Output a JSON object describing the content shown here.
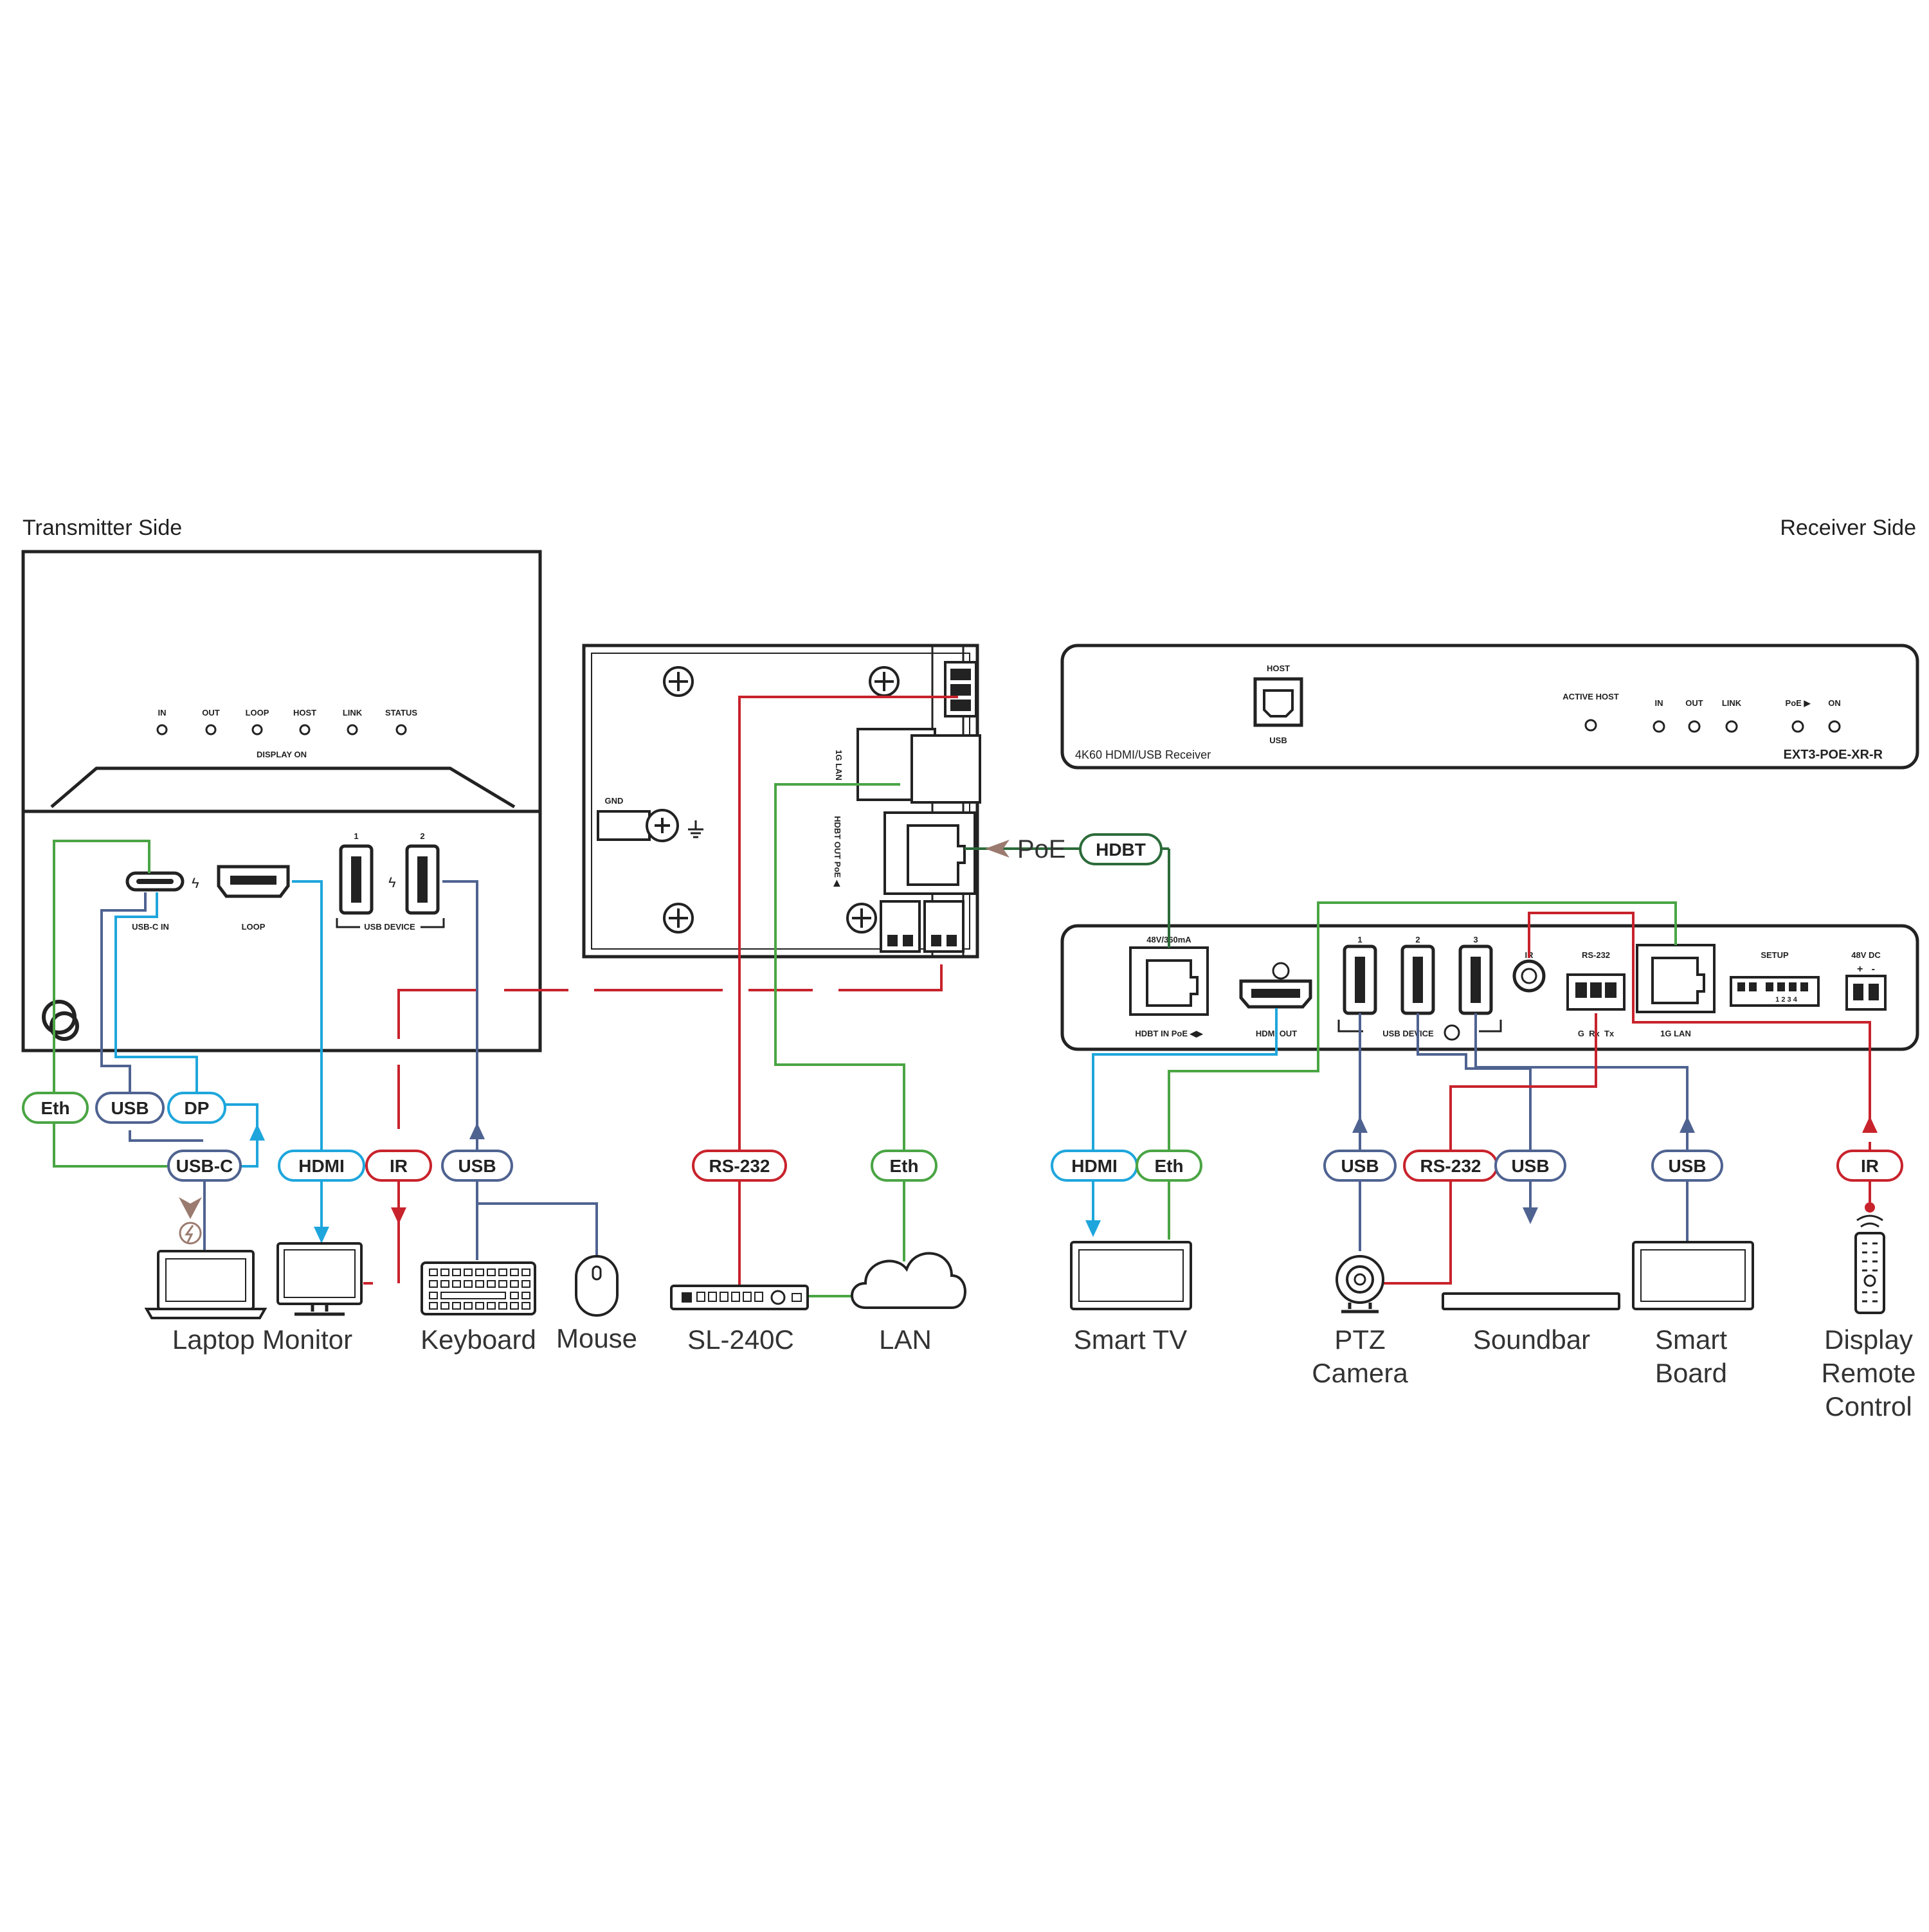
{
  "headings": {
    "transmitter": "Transmitter Side",
    "receiver": "Receiver Side"
  },
  "colors": {
    "green": "#4aa544",
    "blue": "#1ea6dc",
    "navy": "#4f6391",
    "red": "#c8232c",
    "dark_green": "#2c6b3a",
    "brown": "#9b7b6f"
  },
  "transmitter": {
    "leds": [
      "IN",
      "OUT",
      "LOOP",
      "HOST",
      "LINK",
      "STATUS"
    ],
    "display_on": "DISPLAY ON",
    "ports": {
      "usbc_in": "USB-C IN",
      "loop": "LOOP",
      "usb_device": "USB DEVICE",
      "usb_1": "1",
      "usb_2": "2"
    }
  },
  "wallplate": {
    "gnd": "GND",
    "lan": "1G LAN",
    "hdbt_out": "HDBT OUT PoE ◀"
  },
  "receiver_top": {
    "host": "HOST",
    "usb": "USB",
    "active_host": "ACTIVE HOST",
    "leds": [
      "IN",
      "OUT",
      "LINK"
    ],
    "poe": "PoE ▶",
    "on": "ON",
    "description": "4K60 HDMI/USB Receiver",
    "model": "EXT3-POE-XR-R"
  },
  "receiver_rear": {
    "power_label": "48V/360mA",
    "hdbt_in": "HDBT IN PoE ◀▶",
    "hdmi_out": "HDMI OUT",
    "usb_numbers": [
      "1",
      "2",
      "3"
    ],
    "usb_device": "USB DEVICE",
    "ir": "IR",
    "rs232": "RS-232",
    "rs232_pins": "G  Rx  Tx",
    "lan": "1G LAN",
    "setup": "SETUP",
    "setup_pins": "1 2 3 4",
    "dc": "48V DC",
    "dc_pins": "+   -"
  },
  "connectors": {
    "poe": "PoE",
    "hdbt": "HDBT",
    "eth_left": "Eth",
    "usb_left": "USB",
    "dp": "DP",
    "usbc": "USB-C",
    "hdmi_left": "HDMI",
    "ir_left": "IR",
    "usb_kb": "USB",
    "rs232_left": "RS-232",
    "eth_lan": "Eth",
    "hdmi_right": "HDMI",
    "eth_right": "Eth",
    "usb_cam": "USB",
    "rs232_right": "RS-232",
    "usb_sound": "USB",
    "usb_board": "USB",
    "ir_right": "IR"
  },
  "devices": {
    "laptop_monitor": "Laptop Monitor",
    "keyboard": "Keyboard",
    "mouse": "Mouse",
    "sl240c": "SL-240C",
    "lan": "LAN",
    "smart_tv": "Smart TV",
    "ptz_line1": "PTZ",
    "ptz_line2": "Camera",
    "soundbar": "Soundbar",
    "smart_board_line1": "Smart",
    "smart_board_line2": "Board",
    "remote_line1": "Display",
    "remote_line2": "Remote",
    "remote_line3": "Control"
  }
}
